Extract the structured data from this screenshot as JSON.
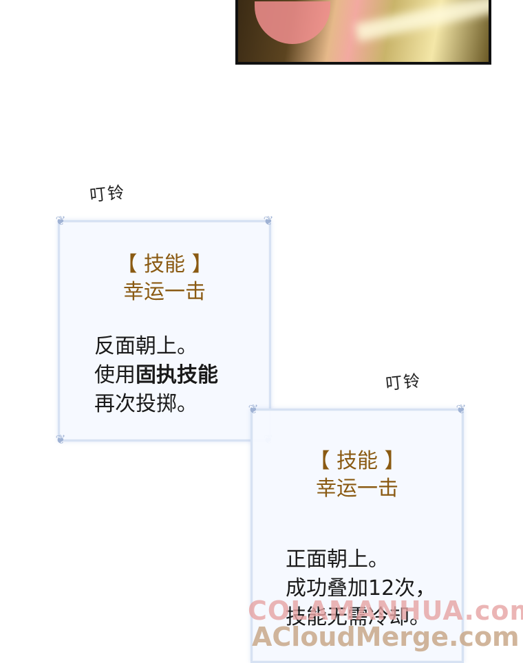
{
  "sfx": {
    "first": "叮铃",
    "second": "叮铃"
  },
  "window_1": {
    "bracket_label": "【 技能 】",
    "skill_name": "幸运一击",
    "line1": "反面朝上。",
    "line2_prefix": "使用",
    "line2_bold": "固执技能",
    "line3": "再次投掷。"
  },
  "window_2": {
    "bracket_label": "【 技能 】",
    "skill_name": "幸运一击",
    "line1": "正面朝上。",
    "line2": "成功叠加12次，",
    "line3": "技能无需冷却。"
  },
  "watermarks": {
    "upper": "COLAMANHUA.com",
    "lower": "ACloudMerge.com"
  },
  "colors": {
    "title": "#8a5a12",
    "body": "#1a1a1a",
    "window_border": "#d7e2f3",
    "watermark_upper": "#e7a3a3",
    "watermark_lower": "#c9a98a"
  }
}
